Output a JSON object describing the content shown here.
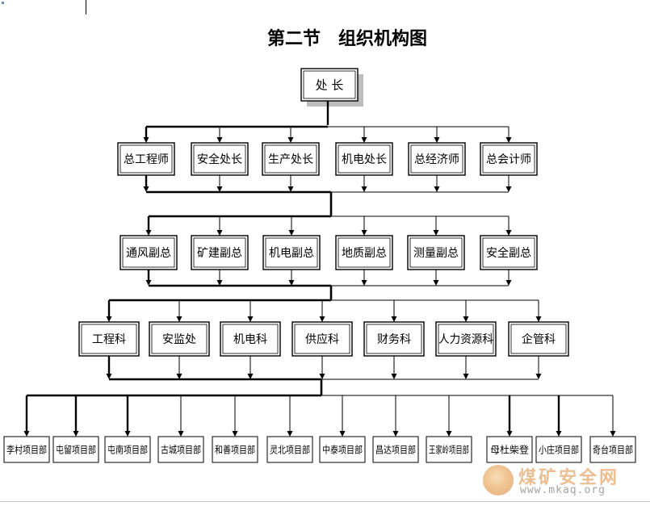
{
  "title": "第二节　组织机构图",
  "root": "处 长",
  "levels": [
    [
      "总工程师",
      "安全处长",
      "生产处长",
      "机电处长",
      "总经济师",
      "总会计师"
    ],
    [
      "通风副总",
      "矿建副总",
      "机电副总",
      "地质副总",
      "测量副总",
      "安全副总"
    ],
    [
      "工程科",
      "安监处",
      "机电科",
      "供应科",
      "财务科",
      "人力资源科",
      "企管科"
    ],
    [
      "李村项目部",
      "屯留项目部",
      "屯南项目部",
      "古城项目部",
      "和善项目部",
      "灵北项目部",
      "中泰项目部",
      "昌达项目部",
      "王家岭项目部",
      "母杜柴登",
      "小庄项目部",
      "奇台项目部"
    ]
  ],
  "watermark": {
    "name": "煤矿安全网",
    "url": "www.mkaq.org"
  },
  "colors": {
    "line": "#000000",
    "box_border": "#000000",
    "root_shadow": "#bdbdbd",
    "watermark": "#d98a3a"
  }
}
